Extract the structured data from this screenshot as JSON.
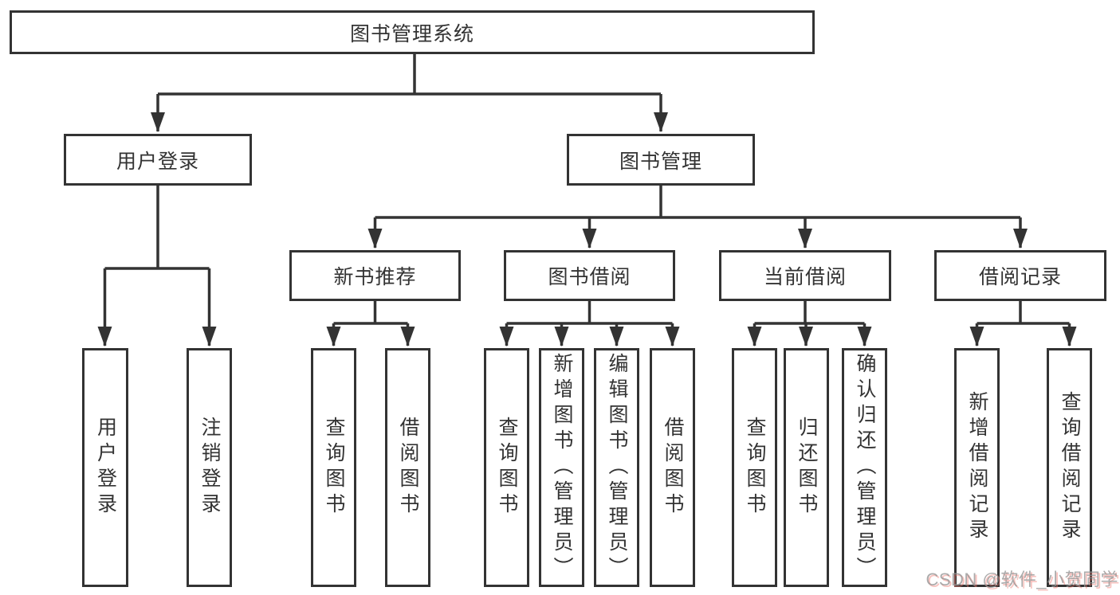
{
  "diagram": {
    "root": {
      "label": "图书管理系统"
    },
    "branches": {
      "login": {
        "label": "用户登录",
        "children": [
          {
            "label": "用户登录"
          },
          {
            "label": "注销登录"
          }
        ]
      },
      "mgmt": {
        "label": "图书管理",
        "groups": [
          {
            "label": "新书推荐",
            "children": [
              {
                "label": "查询图书"
              },
              {
                "label": "借阅图书"
              }
            ]
          },
          {
            "label": "图书借阅",
            "children": [
              {
                "label": "查询图书"
              },
              {
                "label": "新增图书（管理员）"
              },
              {
                "label": "编辑图书（管理员）"
              },
              {
                "label": "借阅图书"
              }
            ]
          },
          {
            "label": "当前借阅",
            "children": [
              {
                "label": "查询图书"
              },
              {
                "label": "归还图书"
              },
              {
                "label": "确认归还（管理员）"
              }
            ]
          },
          {
            "label": "借阅记录",
            "children": [
              {
                "label": "新增借阅记录"
              },
              {
                "label": "查询借阅记录"
              }
            ]
          }
        ]
      }
    }
  },
  "watermark": {
    "text": "CSDN @软件_小贺同学"
  },
  "colors": {
    "line": "#333333",
    "text": "#333333",
    "box_background": "#ffffff",
    "watermark_text": "#969696",
    "watermark_accent": "#f0786e"
  }
}
